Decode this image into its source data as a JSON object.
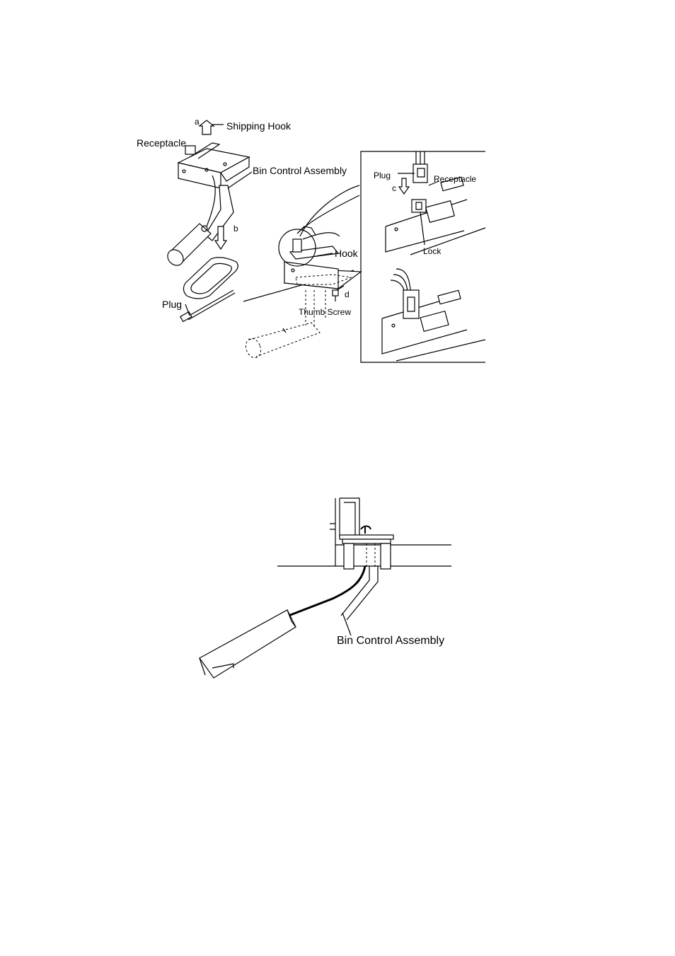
{
  "figure1": {
    "labels": {
      "a": "a",
      "shipping_hook": "Shipping Hook",
      "receptacle_left": "Receptacle",
      "bin_control_assembly": "Bin Control Assembly",
      "b": "b",
      "plug_left": "Plug",
      "hook": "Hook",
      "d": "d",
      "thumb_screw": "Thumb Screw"
    },
    "inset": {
      "plug": "Plug",
      "c": "c",
      "receptacle": "Receptacle",
      "lock": "Lock"
    }
  },
  "figure2": {
    "label": "Bin Control Assembly"
  }
}
